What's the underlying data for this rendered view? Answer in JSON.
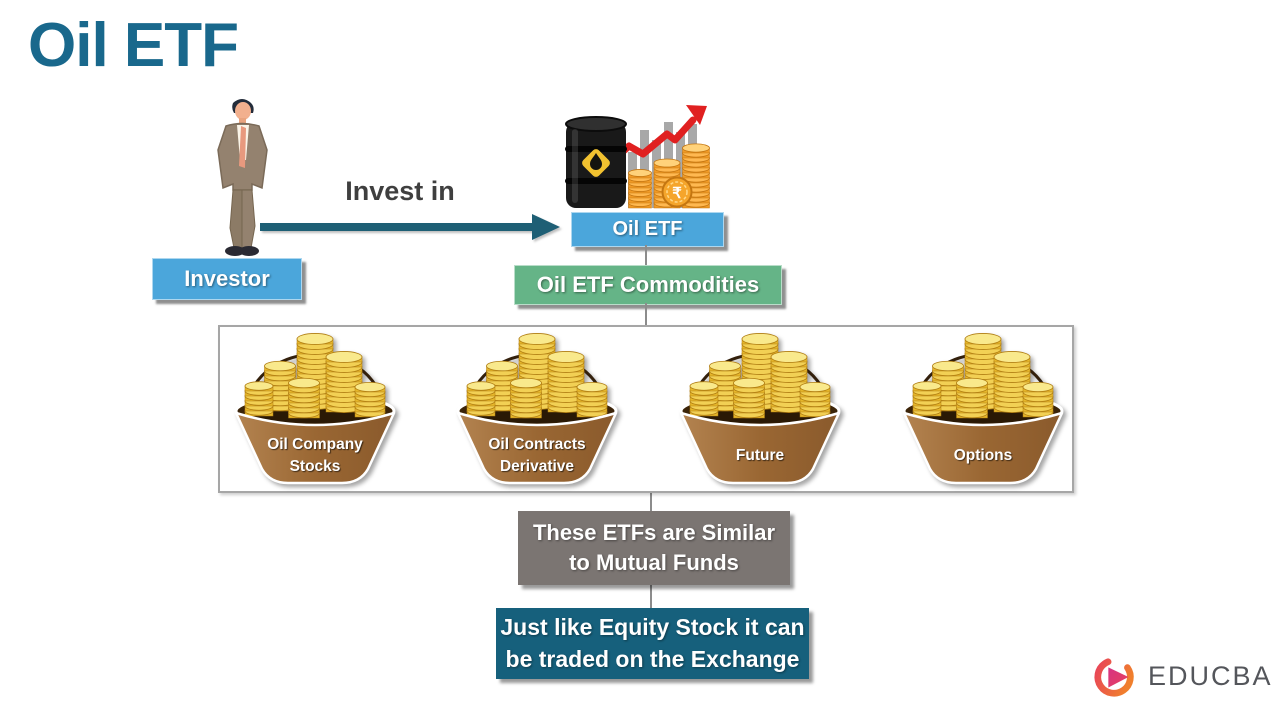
{
  "page": {
    "title": "Oil ETF"
  },
  "colors": {
    "title-teal": "#19688C",
    "label-blue": "#4BA6DB",
    "label-green": "#65B487",
    "note-gray": "#7B7572",
    "note-teal": "#16607C",
    "arrow-teal": "#1E5F75",
    "connector-gray": "#8C8C8C",
    "border-gray": "#A6A6A6",
    "basket-brown-light": "#B08148",
    "basket-brown-dark": "#8A5A2C",
    "coin-gold": "#E6B62A",
    "coin-orange": "#F09A26",
    "chart-red": "#E02020",
    "bar-gray": "#A8A8A8",
    "logo-red": "#E8425A",
    "logo-orange": "#F07F2D",
    "logo-text-gray": "#54565B"
  },
  "icons": {
    "investor": "person-figure",
    "oil_etf": "oil-barrel-with-rising-chart-and-coins",
    "basket": "coin-basket",
    "arrow": "right-arrow",
    "logo": "educba-play-swirl"
  },
  "diagram": {
    "investor_label": "Investor",
    "arrow_label": "Invest in",
    "oil_etf_label": "Oil ETF",
    "commodities_label": "Oil ETF Commodities",
    "rupee_symbol": "₹",
    "baskets": [
      {
        "line1": "Oil Company",
        "line2": "Stocks"
      },
      {
        "line1": "Oil Contracts",
        "line2": "Derivative"
      },
      {
        "line1": "Future",
        "line2": ""
      },
      {
        "line1": "Options",
        "line2": ""
      }
    ],
    "note1_line1": "These ETFs are Similar",
    "note1_line2": "to Mutual Funds",
    "note2_line1": "Just like Equity Stock it can",
    "note2_line2": "be traded on the Exchange"
  },
  "logo": {
    "text": "EDUCBA"
  }
}
